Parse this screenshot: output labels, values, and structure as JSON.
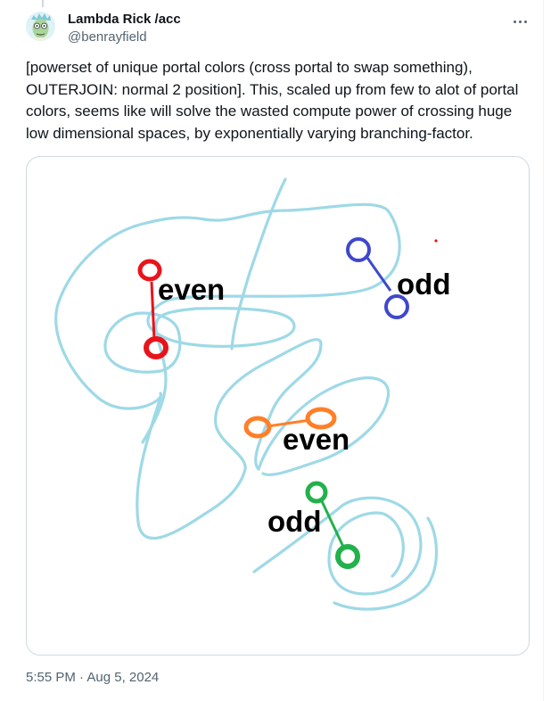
{
  "author": {
    "display_name": "Lambda Rick /acc",
    "handle": "@benrayfield",
    "avatar_icon": "avatar-cartoon-face"
  },
  "post": {
    "text": "[powerset of unique portal colors (cross portal to swap something), OUTERJOIN: normal 2 position]. This, scaled up from few to alot of portal colors, seems like will solve the wasted compute power of crossing huge low dimensional spaces, by exponentially varying branching-factor.",
    "timestamp": "5:55 PM · Aug 5, 2024"
  },
  "drawing": {
    "labels": {
      "red": "even",
      "blue": "odd",
      "orange": "even",
      "green": "odd"
    },
    "colors": {
      "curve": "#9ed9e6",
      "red": "#e8141c",
      "blue": "#3f48cc",
      "orange": "#ff7f27",
      "green": "#22b14c"
    }
  },
  "menu": {
    "icon": "more-dots-icon"
  }
}
